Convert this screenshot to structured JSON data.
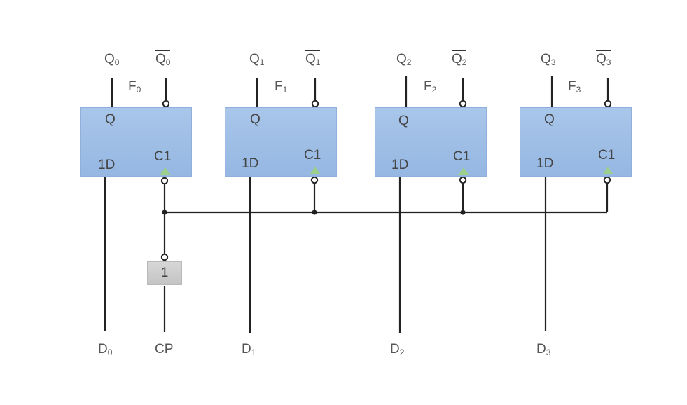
{
  "flip_flops": [
    {
      "name": "F",
      "index": "0",
      "q": "Q",
      "d_pin": "1D",
      "c_pin": "C1",
      "out_q": "Q",
      "out_qbar": "Q",
      "input": "D",
      "input_sub": "0"
    },
    {
      "name": "F",
      "index": "1",
      "q": "Q",
      "d_pin": "1D",
      "c_pin": "C1",
      "out_q": "Q",
      "out_qbar": "Q",
      "input": "D",
      "input_sub": "1"
    },
    {
      "name": "F",
      "index": "2",
      "q": "Q",
      "d_pin": "1D",
      "c_pin": "C1",
      "out_q": "Q",
      "out_qbar": "Q",
      "input": "D",
      "input_sub": "2"
    },
    {
      "name": "F",
      "index": "3",
      "q": "Q",
      "d_pin": "1D",
      "c_pin": "C1",
      "out_q": "Q",
      "out_qbar": "Q",
      "input": "D",
      "input_sub": "3"
    }
  ],
  "inverter": {
    "label": "1"
  },
  "clock_label": "CP",
  "colors": {
    "block": "#a0bfe6",
    "wire": "#222222",
    "trigger": "#9ccf8c",
    "inverter": "#cccccc",
    "text": "#555555"
  }
}
